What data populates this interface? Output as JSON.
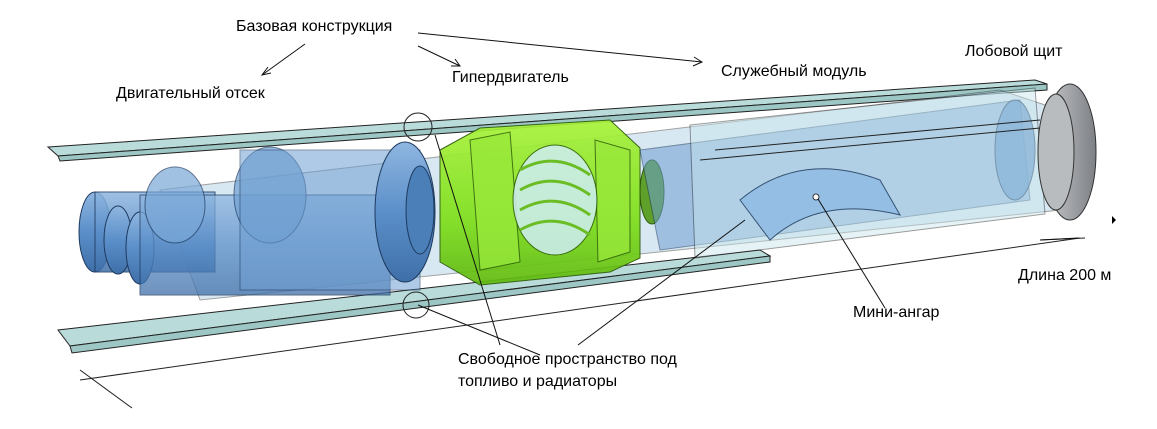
{
  "labels": {
    "base_structure": "Базовая конструкция",
    "engine_bay": "Двигательный отсек",
    "hyperdrive": "Гипердвигатель",
    "service_module": "Служебный модуль",
    "front_shield": "Лобовой  щит",
    "length": "Длина 200 м",
    "mini_hangar": "Мини-ангар",
    "free_space": "Свободное пространство под\nтопливо и радиаторы"
  },
  "colors": {
    "hull_blue": "#5b8fc9",
    "hull_blue_light": "#a9cde6",
    "hyperdrive_green": "#7fe01a",
    "beam_fill": "#b9dcda",
    "shield_grey": "#9fa2a6",
    "line": "#111111"
  }
}
